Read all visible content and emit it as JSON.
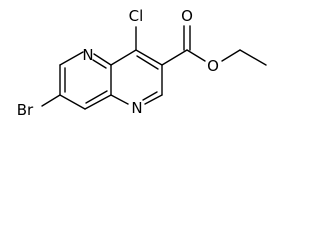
{
  "molecule": {
    "atoms": {
      "n1": "N",
      "n5": "N",
      "cl": "Cl",
      "br": "Br",
      "o_carbonyl": "O",
      "o_ester": "O"
    }
  },
  "colors": {
    "bond": "#000000",
    "label": "#000000",
    "background": "#ffffff"
  }
}
